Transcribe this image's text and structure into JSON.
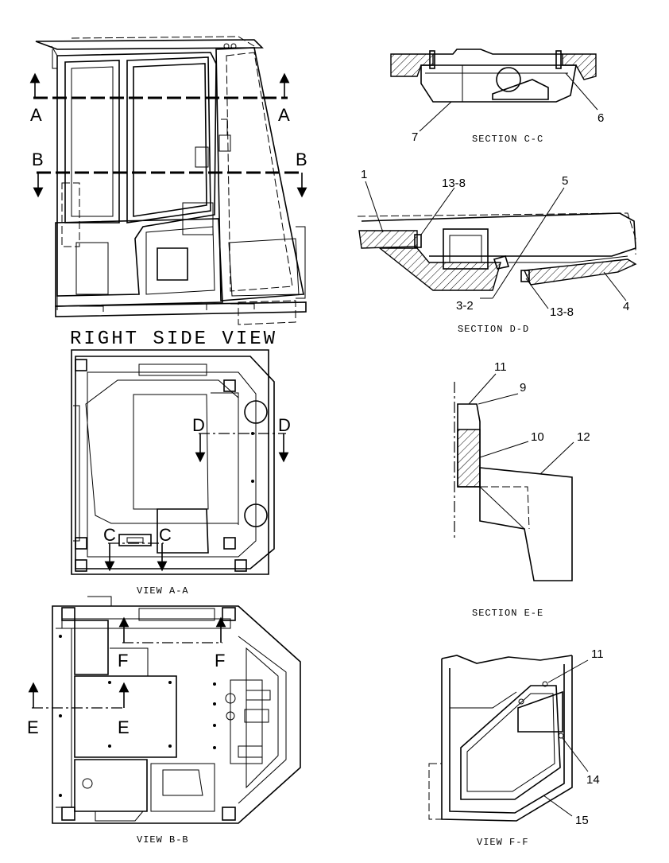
{
  "views": {
    "right_side": {
      "title": "RIGHT SIDE VIEW"
    },
    "view_aa": {
      "title": "VIEW A-A"
    },
    "view_bb": {
      "title": "VIEW B-B"
    },
    "section_cc": {
      "title": "SECTION C-C"
    },
    "section_dd": {
      "title": "SECTION D-D"
    },
    "section_ee": {
      "title": "SECTION E-E"
    },
    "view_ff": {
      "title": "VIEW F-F"
    }
  },
  "section_markers": {
    "a": "A",
    "b": "B",
    "c": "C",
    "d": "D",
    "e": "E",
    "f": "F"
  },
  "callouts": {
    "p1": "1",
    "p3_2": "3-2",
    "p4": "4",
    "p5": "5",
    "p6": "6",
    "p7": "7",
    "p9": "9",
    "p10": "10",
    "p11": "11",
    "p12": "12",
    "p13_8": "13-8",
    "p14": "14",
    "p15": "15"
  }
}
